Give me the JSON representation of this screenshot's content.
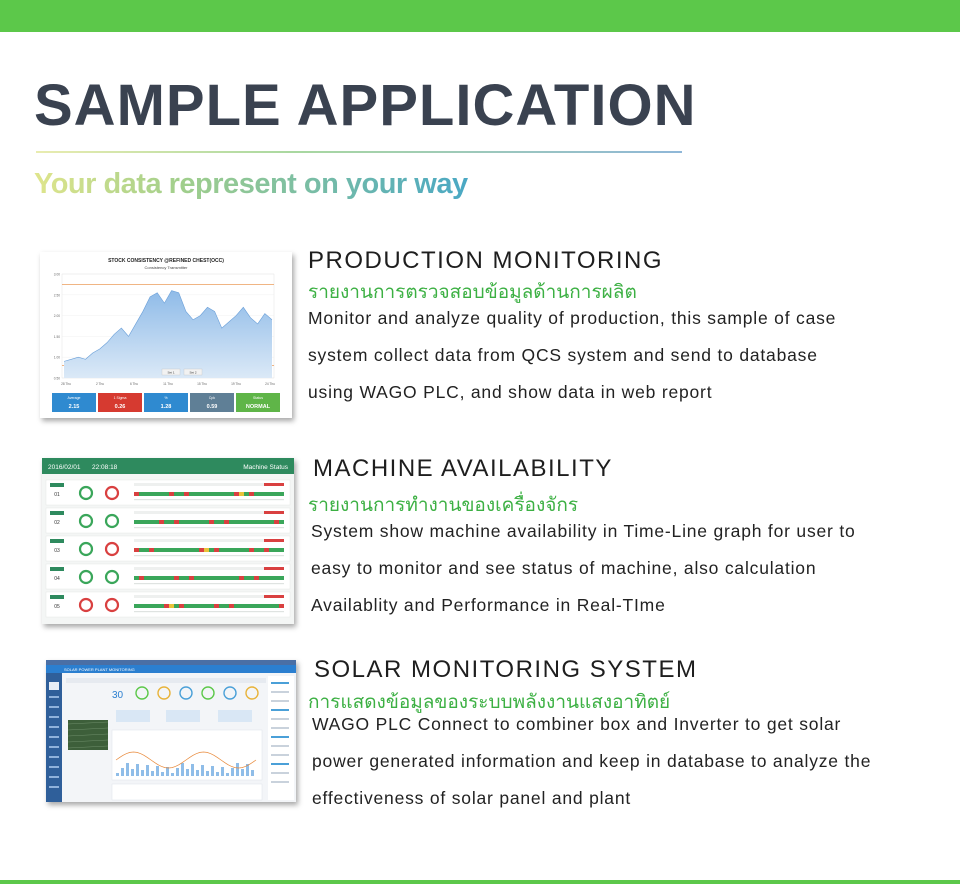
{
  "header": {
    "title": "SAMPLE APPLICATION",
    "subtitle": "Your data represent on your way"
  },
  "sections": [
    {
      "title": "PRODUCTION MONITORING",
      "thai": "รายงานการตรวจสอบข้อมูลด้านการผลิต",
      "lines": [
        "Monitor and analyze quality of production, this sample of case",
        "system collect data from QCS system and send to database",
        "using WAGO PLC, and show data in web report"
      ],
      "thumb": {
        "chart_title": "STOCK CONSISTENCY @REFINED CHEST(OCC)",
        "chart_subtitle": "Consistency Transmitter",
        "chart_data": {
          "type": "area",
          "x": [
            "28 Thu",
            "2 Thu",
            "6 Thu",
            "11 Thu",
            "15 Thu",
            "19 Thu",
            "24 Thu"
          ],
          "yticks": [
            "3.00",
            "2.50",
            "2.00",
            "1.50",
            "1.00",
            "0.50"
          ],
          "values": [
            0.9,
            0.95,
            1.0,
            0.95,
            1.1,
            1.2,
            1.35,
            1.55,
            1.7,
            1.5,
            1.8,
            2.1,
            2.45,
            2.55,
            2.3,
            2.6,
            2.55,
            2.1,
            1.9,
            2.0,
            2.2,
            2.1,
            1.7,
            1.85,
            2.0,
            2.2,
            1.95,
            1.8,
            2.05,
            1.9
          ],
          "ylim": [
            0.5,
            3.0
          ]
        },
        "stats": [
          {
            "label": "Average",
            "value": "2.15",
            "color": "#2f8ad0"
          },
          {
            "label": "1 Sigma",
            "value": "0.26",
            "color": "#d63a30"
          },
          {
            "label": "%",
            "value": "1.28",
            "color": "#2f8ad0"
          },
          {
            "label": "Cpk",
            "value": "0.59",
            "color": "#5f7f96"
          },
          {
            "label": "Status",
            "value": "NORMAL",
            "color": "#5fb548"
          }
        ],
        "btns": [
          "Set 1",
          "Set 2"
        ]
      }
    },
    {
      "title": "MACHINE AVAILABILITY",
      "thai": "รายงานการทำงานของเครื่องจักร",
      "lines": [
        "System show machine availability in Time-Line graph for user to",
        "easy to monitor and see status of machine, also calculation",
        "Availablity and Performance in Real-TIme"
      ],
      "thumb": {
        "date": "2016/02/01",
        "time": "22:08:18",
        "status_title": "Machine Status",
        "machines": [
          "01",
          "02",
          "03",
          "04",
          "05"
        ]
      }
    },
    {
      "title": "SOLAR MONITORING SYSTEM",
      "thai": "การแสดงข้อมูลของระบบพลังงานแสงอาทิตย์",
      "lines": [
        "WAGO PLC Connect to combiner box and Inverter to get solar",
        "power generated information and keep in database to analyze the",
        "effectiveness of solar panel and plant"
      ],
      "thumb": {
        "banner": "SOLAR POWER PLANT MONITORING",
        "big_num": "30"
      }
    }
  ],
  "colors": {
    "accent_green": "#5cc84a",
    "title_dark": "#3a4250",
    "thai_green": "#3cb043"
  }
}
